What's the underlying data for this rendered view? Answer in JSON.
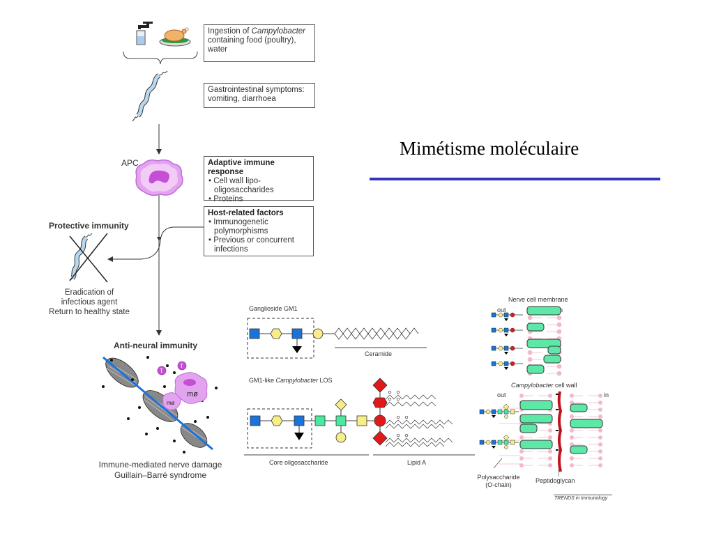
{
  "slide": {
    "title": "Mimétisme moléculaire",
    "accent_color": "#3333bb"
  },
  "pathway": {
    "ingestion_box": {
      "line1_prefix": "Ingestion of ",
      "line1_italic": "Campylobacter",
      "line2": "containing food (poultry),",
      "line3": "water"
    },
    "gi_box": {
      "line1": "Gastrointestinal symptoms:",
      "line2": "vomiting, diarrhoea"
    },
    "apc_label": "APC",
    "adaptive_box": {
      "heading": "Adaptive immune response",
      "items": [
        "• Cell wall lipo-oligosaccharides",
        "• Proteins"
      ]
    },
    "host_box": {
      "heading": "Host-related factors",
      "items": [
        "• Immunogenetic polymorphisms",
        "• Previous or concurrent infections"
      ]
    },
    "protective": {
      "heading": "Protective immunity",
      "line1": "Eradication of",
      "line2": "infectious agent",
      "line3": "Return to healthy state"
    },
    "antineural": {
      "heading": "Anti-neural immunity",
      "t_cell_label": "T",
      "macrophage_label": "mø",
      "line1": "Immune-mediated nerve damage",
      "line2": "Guillain–Barré syndrome"
    }
  },
  "molecules": {
    "gm1_title": "Ganglioside GM1",
    "ceramide_label": "Ceramide",
    "los_title_prefix": "GM1-like ",
    "los_title_italic": "Campylobacter",
    "los_title_suffix": " LOS",
    "core_label": "Core oligosaccharide",
    "lipid_a_label": "Lipid A",
    "colors": {
      "blue_square": "#1a73d9",
      "yellow": "#f7ee8a",
      "green_square": "#4de8a0",
      "red": "#e0191b",
      "black_triangle": "#000000"
    }
  },
  "membranes": {
    "nerve_title": "Nerve cell membrane",
    "out_label": "out",
    "in_label": "in",
    "cellwall_title_italic": "Campylobacter",
    "cellwall_title_suffix": " cell wall",
    "out_label2": "out",
    "in_label2": "in",
    "polysaccharide_line1": "Polysaccharide",
    "polysaccharide_line2": "(O-chain)",
    "peptidoglycan_label": "Peptidoglycan",
    "source": "TRENDS in Immunology",
    "colors": {
      "lipid": "#f4b8cc",
      "protein": "#5ee8a8",
      "peptidoglycan": "#c0121a"
    }
  }
}
